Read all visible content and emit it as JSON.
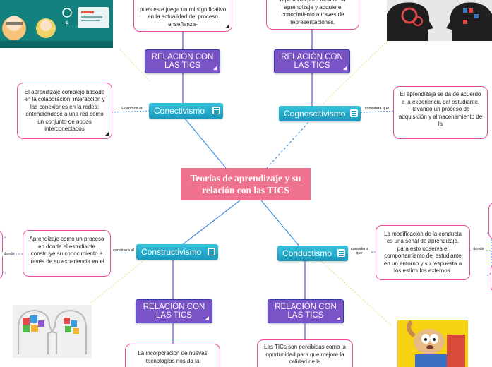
{
  "center": {
    "title": "Teorías de aprendizaje y su relación con las TICS"
  },
  "topics": {
    "conectivismo": "Conectivismo",
    "cognoscitivismo": "Cognoscitivismo",
    "constructivismo": "Constructivismo",
    "conductismo": "Conductismo"
  },
  "relacion_label": "RELACIÓN CON LAS TICS",
  "connectors": {
    "se_enfoca_en": "Se enfoca en",
    "considera_que": "considera que",
    "considera_al": "considera al",
    "donde": "donde"
  },
  "boxes": {
    "conectivismo_def": "El aprendizaje complejo basado en la colaboración, interacción y las conexiones en la redes; entendiéndose a una red como un conjunto de nodos interconectados",
    "conectivismo_tic": "pues este juega un rol significativo en la actualidad del proceso enseñanza-",
    "cognoscitivismo_def": "El aprendizaje se da de acuerdo a la experiencia del estudiante, llevando un proceso de adquisición y almacenamiento de la",
    "cognoscitivismo_tic": "repetitivos para facilitar su aprendizaje y adquiere conocimiento a través de representaciones.",
    "constructivismo_def": "Aprendizaje como un proceso en donde el estudiante construye su conocimiento a través de su experiencia en el",
    "constructivismo_tic": "La incorporación de nuevas tecnologías nos da la",
    "conductismo_def": "La modificación de la conducta es una señal de aprendizaje, para esto observa el comportamiento del estudiante en un entorno y su respuesta a los estímulos externos.",
    "conductismo_tic": "Las TICs son percibidas como la oportunidad para que mejore la calidad de la"
  },
  "colors": {
    "center": "#f0728f",
    "topic": "#25a9cf",
    "relacion": "#7a53c6",
    "box_border": "#e54b9a"
  }
}
